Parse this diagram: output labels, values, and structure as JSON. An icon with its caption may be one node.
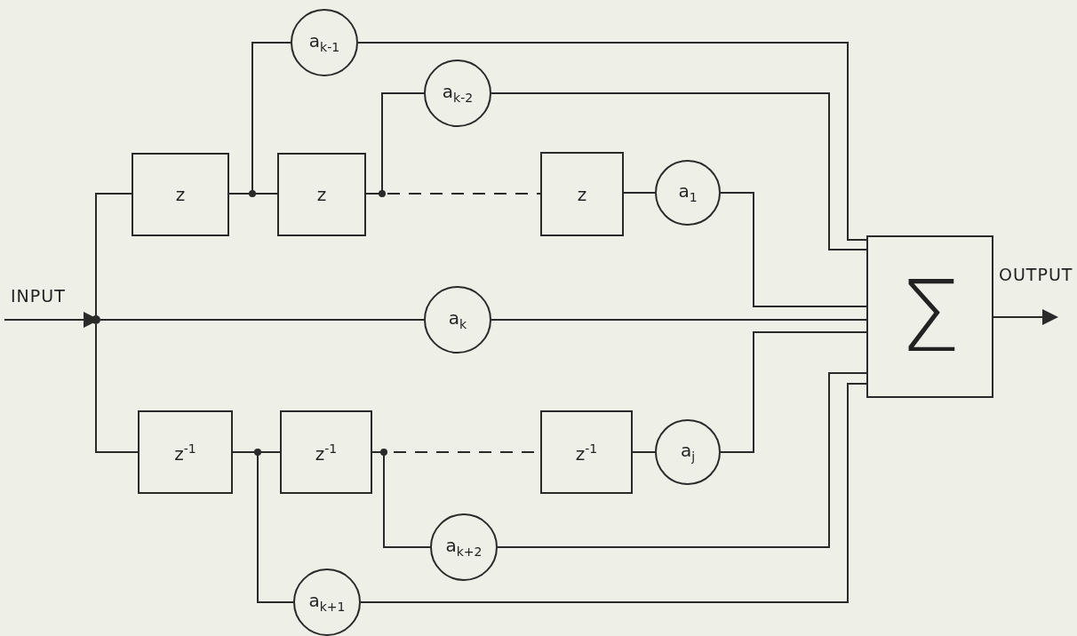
{
  "diagram": {
    "nodes": [
      {
        "text": [
          "z"
        ]
      },
      {
        "text": [
          "z"
        ]
      },
      {
        "text": [
          "z"
        ]
      },
      {
        "text": [
          "a$_{k-1}$"
        ]
      },
      {
        "text": [
          "a$_{k-2}$"
        ]
      },
      {
        "text": [
          "a$_{1}$"
        ]
      },
      {
        "text": [
          "a$_{k}$"
        ]
      },
      {
        "text": [
          "Σ"
        ]
      },
      {
        "text": [
          "z$^{-1}$"
        ]
      },
      {
        "text": [
          "z$^{-1}$"
        ]
      },
      {
        "text": [
          "z$^{-1}$"
        ]
      },
      {
        "text": [
          "a$_{j}$"
        ]
      },
      {
        "text": [
          "a$_{k+2}$"
        ]
      },
      {
        "text": [
          "a$_{k+1}$"
        ]
      },
      {
        "text": [],
        "shape": "circle"
      }
    ],
    "edges": [
      {
        "from": null,
        "to": 14,
        "arrow": "to"
      },
      {
        "from": 14,
        "to": 0,
        "arrow": "none"
      },
      {
        "from": 14,
        "to": 6,
        "arrow": "none"
      },
      {
        "from": 14,
        "to": 8,
        "arrow": "none"
      },
      {
        "from": 0,
        "to": 1,
        "arrow": "none"
      },
      {
        "from": 0,
        "to": 3,
        "arrow": "none"
      },
      {
        "from": 1,
        "to": 2,
        "arrow": "none",
        "style": "dashed"
      },
      {
        "from": 1,
        "to": 4,
        "arrow": "none"
      },
      {
        "from": 2,
        "to": 5,
        "arrow": "none"
      },
      {
        "from": 3,
        "to": 7,
        "arrow": "none"
      },
      {
        "from": 4,
        "to": 7,
        "arrow": "none"
      },
      {
        "from": 5,
        "to": 7,
        "arrow": "none"
      },
      {
        "from": 6,
        "to": 7,
        "arrow": "none"
      },
      {
        "from": 8,
        "to": 9,
        "arrow": "none"
      },
      {
        "from": 8,
        "to": 13,
        "arrow": "none"
      },
      {
        "from": 9,
        "to": 10,
        "arrow": "none",
        "style": "dashed"
      },
      {
        "from": 9,
        "to": 12,
        "arrow": "none"
      },
      {
        "from": 10,
        "to": 11,
        "arrow": "none"
      },
      {
        "from": 11,
        "to": 7,
        "arrow": "none"
      },
      {
        "from": 12,
        "to": 7,
        "arrow": "none"
      },
      {
        "from": 13,
        "to": 7,
        "arrow": "none"
      },
      {
        "from": 7,
        "to": null,
        "arrow": "to"
      }
    ],
    "labels": [
      "INPUT",
      "OUTPUT"
    ]
  }
}
